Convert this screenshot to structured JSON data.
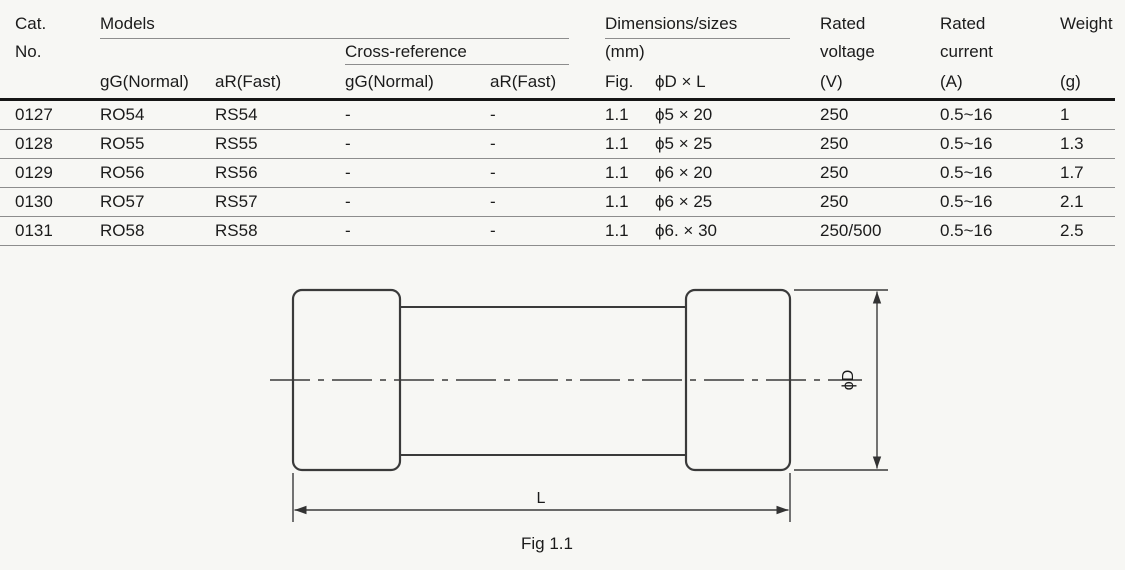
{
  "table": {
    "header": {
      "cat": "Cat.",
      "no": "No.",
      "models": "Models",
      "cross_reference": "Cross-reference",
      "col_gg_models": "gG(Normal)",
      "col_ar_models": "aR(Fast)",
      "col_gg_cross": "gG(Normal)",
      "col_ar_cross": "aR(Fast)",
      "dimensions_line1": "Dimensions/sizes",
      "dimensions_line2": "(mm)",
      "col_fig": "Fig.",
      "col_dxl": "ϕD × L",
      "rated_voltage_line1": "Rated",
      "rated_voltage_line2": "voltage",
      "rated_voltage_unit": "(V)",
      "rated_current_line1": "Rated",
      "rated_current_line2": "current",
      "rated_current_unit": "(A)",
      "weight_line1": "Weight",
      "weight_unit": "(g)"
    },
    "rows": [
      {
        "cat": "0127",
        "model_gg": "RO54",
        "model_ar": "RS54",
        "cross_gg": "-",
        "cross_ar": "-",
        "fig": "1.1",
        "dxl": "ϕ5 × 20",
        "voltage": "250",
        "current": "0.5~16",
        "weight": "1"
      },
      {
        "cat": "0128",
        "model_gg": "RO55",
        "model_ar": "RS55",
        "cross_gg": "-",
        "cross_ar": "-",
        "fig": "1.1",
        "dxl": "ϕ5 × 25",
        "voltage": "250",
        "current": "0.5~16",
        "weight": "1.3"
      },
      {
        "cat": "0129",
        "model_gg": "RO56",
        "model_ar": "RS56",
        "cross_gg": "-",
        "cross_ar": "-",
        "fig": "1.1",
        "dxl": "ϕ6 × 20",
        "voltage": "250",
        "current": "0.5~16",
        "weight": "1.7"
      },
      {
        "cat": "0130",
        "model_gg": "RO57",
        "model_ar": "RS57",
        "cross_gg": "-",
        "cross_ar": "-",
        "fig": "1.1",
        "dxl": "ϕ6 × 25",
        "voltage": "250",
        "current": "0.5~16",
        "weight": "2.1"
      },
      {
        "cat": "0131",
        "model_gg": "RO58",
        "model_ar": "RS58",
        "cross_gg": "-",
        "cross_ar": "-",
        "fig": "1.1",
        "dxl": "ϕ6. × 30",
        "voltage": "250/500",
        "current": "0.5~16",
        "weight": "2.5"
      }
    ]
  },
  "diagram": {
    "diameter_label": "ϕD",
    "length_label": "L",
    "caption": "Fig 1.1"
  }
}
